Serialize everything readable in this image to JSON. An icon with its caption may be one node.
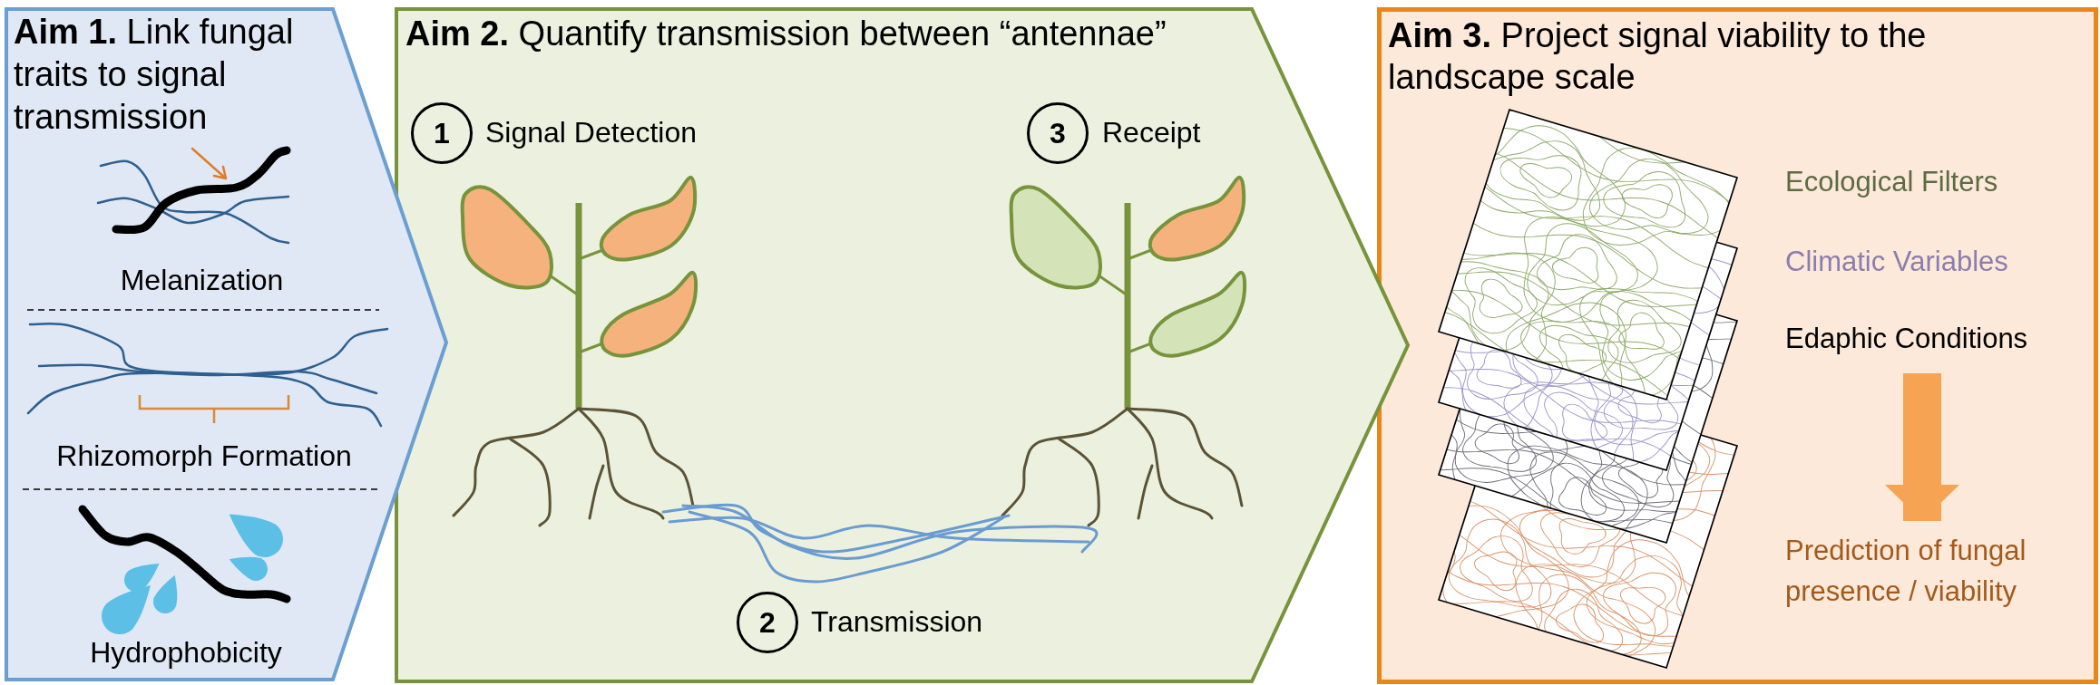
{
  "diagram": {
    "nodes": [
      {
        "text": [
          "**Aim 1.** Link fungal traits to signal transmission",
          "Melanization",
          "Rhizomorph Formation",
          "Hydrophobicity"
        ]
      },
      {
        "text": [
          "**Aim 2.** Quantify transmission between “antennae”"
        ]
      },
      {
        "text": [
          "1"
        ],
        "in": 1,
        "beside": [
          "Signal Detection"
        ]
      },
      {
        "text": [
          "3"
        ],
        "in": 1,
        "beside": [
          "Receipt"
        ]
      },
      {
        "text": [
          "2"
        ],
        "in": 1,
        "beside": [
          "Transmission"
        ]
      },
      {
        "text": [
          "**Aim 3.** Project signal viability to the landscape scale"
        ]
      },
      {
        "text": [
          "Ecological Filters"
        ],
        "in": 5
      },
      {
        "text": [
          "Climatic Variables"
        ],
        "in": 5
      },
      {
        "text": [
          "Edaphic Conditions"
        ],
        "in": 5
      },
      {
        "text": [
          "Prediction of fungal presence / viability"
        ],
        "in": 5
      }
    ],
    "edges": [
      {
        "from": 8,
        "to": 9,
        "arrow": "to"
      }
    ]
  }
}
